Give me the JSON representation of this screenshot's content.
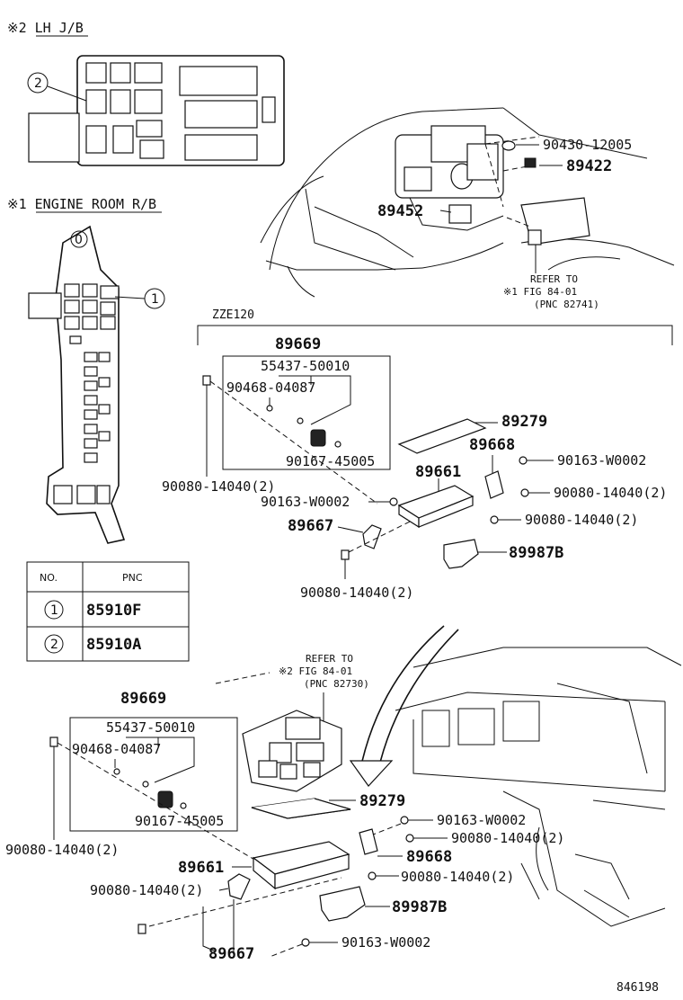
{
  "header": {
    "lh_jb": "※2 LH J/B",
    "engine_rb": "※1 ENGINE ROOM R/B",
    "variant": "ZZE120"
  },
  "callouts": {
    "c1": "1",
    "c2": "2",
    "c0": "0"
  },
  "pnc_table": {
    "col_no": "NO.",
    "col_pnc": "PNC",
    "rows": [
      {
        "no": "1",
        "pnc": "85910F"
      },
      {
        "no": "2",
        "pnc": "85910A"
      }
    ]
  },
  "top_labels": {
    "p90430": "90430-12005",
    "p89422": "89422",
    "p89452": "89452",
    "refer1_a": "REFER TO",
    "refer1_b": "※1 FIG 84-01",
    "refer1_c": "(PNC 82741)"
  },
  "mid_labels": {
    "p89669": "89669",
    "p55437": "55437-50010",
    "p90468": "90468-04087",
    "p90167": "90167-45005",
    "p90080_left": "90080-14040(2)",
    "p89279": "89279",
    "p89668": "89668",
    "p90163_r": "90163-W0002",
    "p89661": "89661",
    "p90080_r1": "90080-14040(2)",
    "p90163_l": "90163-W0002",
    "p89667": "89667",
    "p90080_r2": "90080-14040(2)",
    "p89987b": "89987B",
    "p90080_bot": "90080-14040(2)"
  },
  "low_labels": {
    "refer2_a": "REFER TO",
    "refer2_b": "※2 FIG 84-01",
    "refer2_c": "(PNC 82730)",
    "p89669": "89669",
    "p55437": "55437-50010",
    "p90468": "90468-04087",
    "p90167": "90167-45005",
    "p90080_left": "90080-14040(2)",
    "p89279": "89279",
    "p90163_r": "90163-W0002",
    "p90080_r1": "90080-14040(2)",
    "p89661": "89661",
    "p89668": "89668",
    "p90080_r2": "90080-14040(2)",
    "p90080_l2": "90080-14040(2)",
    "p89987b": "89987B",
    "p90163_bot": "90163-W0002",
    "p89667": "89667"
  },
  "footer": {
    "figure_no": "846198"
  },
  "icons": [
    "screw-icon",
    "bolt-icon",
    "clip-icon",
    "callout-circle-icon"
  ]
}
